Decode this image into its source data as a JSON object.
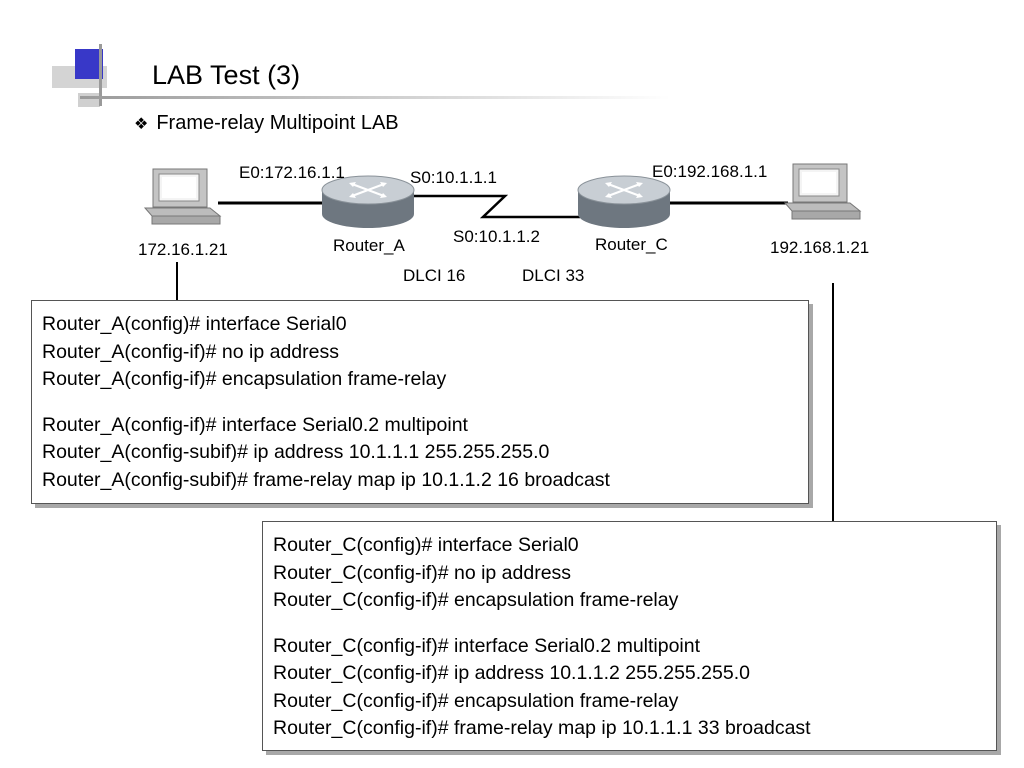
{
  "slide": {
    "title": "LAB Test (3)",
    "subtitle_bullet": "❖",
    "subtitle": "Frame-relay  Multipoint LAB"
  },
  "diagram": {
    "pc_left_ip": "172.16.1.21",
    "router_a_e0": "E0:172.16.1.1",
    "router_a_s0": "S0:10.1.1.1",
    "router_a_name": "Router_A",
    "router_c_s0": "S0:10.1.1.2",
    "router_c_name": "Router_C",
    "router_c_e0": "E0:192.168.1.1",
    "pc_right_ip": "192.168.1.21",
    "dlci_a": "DLCI 16",
    "dlci_c": "DLCI 33"
  },
  "config_a": {
    "lines": [
      "Router_A(config)# interface Serial0",
      "Router_A(config-if)# no ip address",
      "Router_A(config-if)# encapsulation frame-relay",
      "",
      "Router_A(config-if)# interface Serial0.2 multipoint",
      "Router_A(config-subif)# ip address 10.1.1.1 255.255.255.0",
      "Router_A(config-subif)# frame-relay map ip 10.1.1.2 16 broadcast"
    ]
  },
  "config_c": {
    "lines": [
      "Router_C(config)# interface Serial0",
      "Router_C(config-if)# no ip address",
      "Router_C(config-if)# encapsulation frame-relay",
      "",
      "Router_C(config-if)# interface Serial0.2 multipoint",
      "Router_C(config-if)# ip address 10.1.1.2 255.255.255.0",
      "Router_C(config-if)# encapsulation frame-relay",
      "Router_C(config-if)# frame-relay map ip 10.1.1.1 33 broadcast"
    ]
  },
  "colors": {
    "logo_blue": "#3838c8",
    "logo_gray": "#b8b8b8",
    "router_body": "#7f8890",
    "router_top": "#c8ced4",
    "pc_body": "#c8c8c8"
  }
}
